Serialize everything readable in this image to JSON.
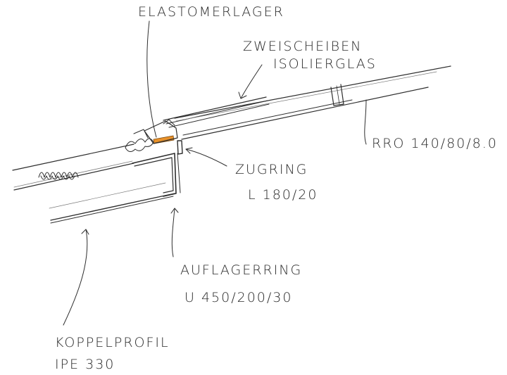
{
  "labels": {
    "elastomerlager": "ELASTOMERLAGER",
    "glass_line1": "ZWEISCHEIBEN",
    "glass_line2": "ISOLIERGLAS",
    "rro": "RRO 140/80/8.0",
    "zugring_line1": "ZUGRING",
    "zugring_line2": "L 180/20",
    "auflager_line1": "AUFLAGERRING",
    "auflager_line2": "U 450/200/30",
    "koppel_line1": "KOPPELPROFIL",
    "koppel_line2": "IPE 330"
  },
  "colors": {
    "ink": "#2e2e2e",
    "bearing": "#e8912a",
    "paper": "#ffffff"
  }
}
